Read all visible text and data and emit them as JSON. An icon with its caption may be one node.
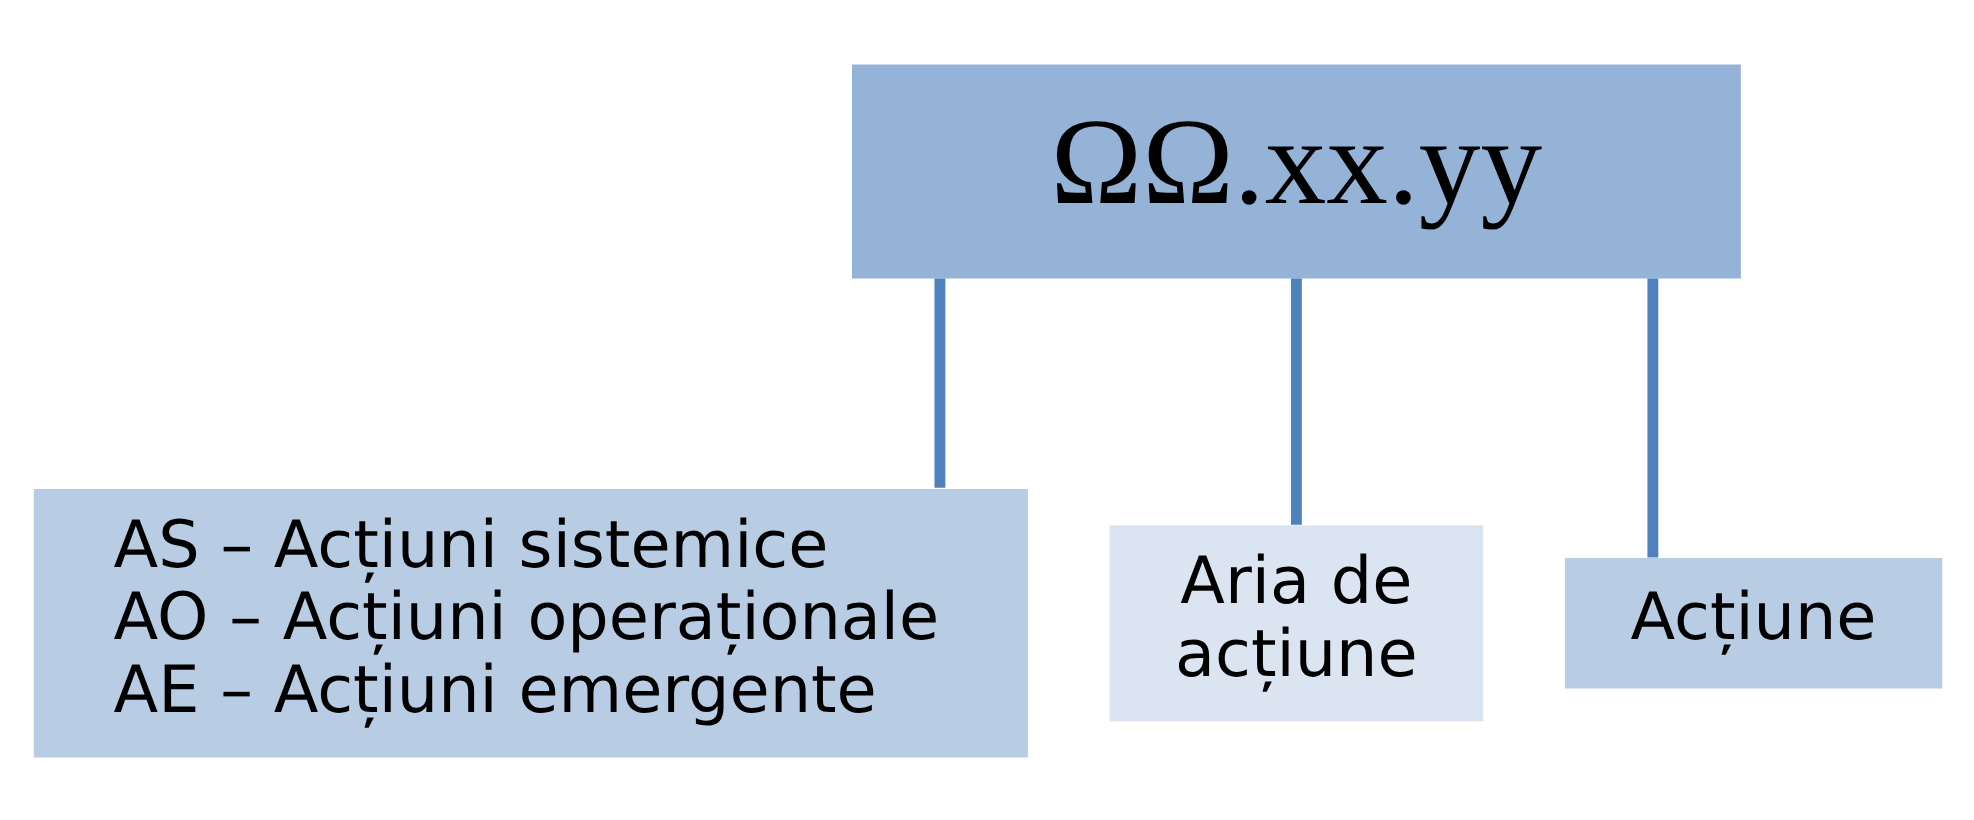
{
  "diagram": {
    "nodes": [
      {
        "text": [
          "ΩΩ.xx.yy"
        ]
      },
      {
        "text": [
          "AS – Acțiuni sistemice",
          "AO – Acțiuni operaționale",
          "AE – Acțiuni emergente"
        ]
      },
      {
        "text": [
          "Aria de acțiune"
        ]
      },
      {
        "text": [
          "Acțiune"
        ]
      }
    ],
    "edges": [
      {
        "from": 0,
        "to": 1,
        "arrow": "none"
      },
      {
        "from": 0,
        "to": 2,
        "arrow": "none"
      },
      {
        "from": 0,
        "to": 3,
        "arrow": "none"
      }
    ]
  }
}
